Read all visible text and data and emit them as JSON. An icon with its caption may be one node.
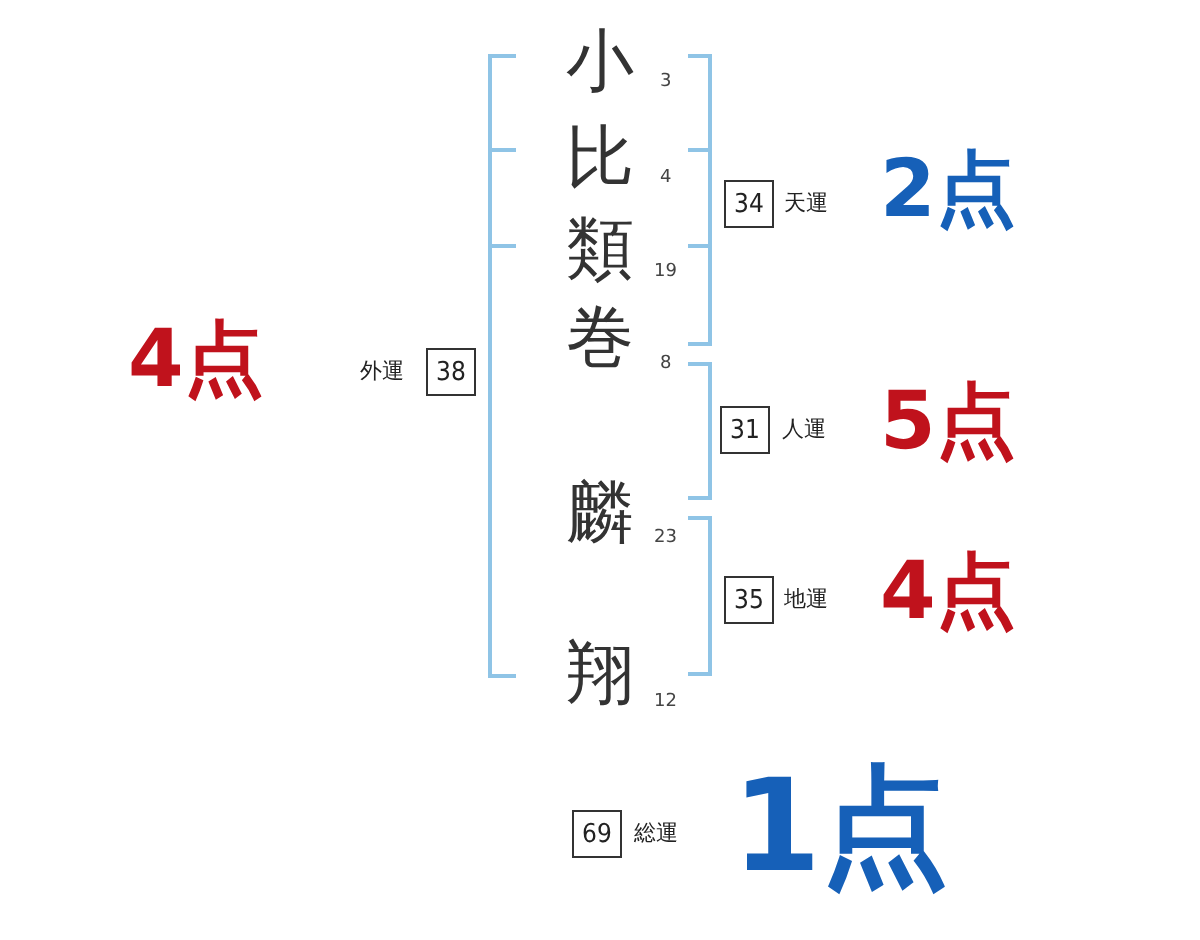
{
  "diagram": {
    "nodes": [
      {
        "text": [
          "34"
        ],
        "beside": [
          "天運",
          "2点"
        ]
      },
      {
        "text": [
          "38"
        ],
        "beside": [
          "4点",
          "外運"
        ]
      },
      {
        "text": [
          "31"
        ],
        "beside": [
          "人運",
          "5点"
        ]
      },
      {
        "text": [
          "35"
        ],
        "beside": [
          "地運",
          "4点"
        ]
      },
      {
        "text": [
          "69"
        ],
        "beside": [
          "総運",
          "1点"
        ]
      }
    ],
    "labels": [
      "小",
      "3",
      "比",
      "4",
      "類",
      "19",
      "巻",
      "8",
      "麟",
      "23",
      "翔",
      "12"
    ]
  }
}
